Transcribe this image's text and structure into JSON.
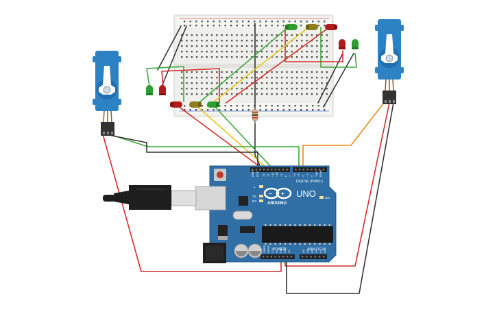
{
  "board": {
    "brand": "ARDUINO",
    "model": "UNO",
    "digital_label": "DIGITAL (PWM~)",
    "analog_label": "ANALOG IN",
    "power_label": "POWER",
    "aref": "AREF",
    "gnd": "GND",
    "led_l": "L",
    "tx": "TX",
    "rx": "RX",
    "on": "ON",
    "digital_pins": [
      "13",
      "12",
      "~11",
      "~10",
      "~9",
      "8",
      "7",
      "~6",
      "~5",
      "4",
      "~3",
      "2",
      "TX▸1",
      "RX◂0"
    ],
    "power_pins": [
      "IOREF",
      "RESET",
      "3.3V",
      "5V",
      "GND",
      "GND",
      "Vin"
    ],
    "analog_pins": [
      "A0",
      "A1",
      "A2",
      "A3",
      "A4",
      "A5"
    ]
  },
  "colors": {
    "board": "#2f6fa6",
    "wire_red": "#d42a2a",
    "wire_black": "#333333",
    "wire_green": "#3aa83a",
    "wire_yellow": "#e6c619",
    "wire_orange": "#e88a1a",
    "servo": "#2d82c4",
    "breadboard": "#eeeeea",
    "led_red": "#b31b1b",
    "led_green": "#2e9e2e",
    "led_yellow": "#9a8a20"
  },
  "icons": {
    "usb": "usb-connector-icon",
    "power_jack": "dc-jack-icon",
    "reset": "reset-button-icon"
  }
}
